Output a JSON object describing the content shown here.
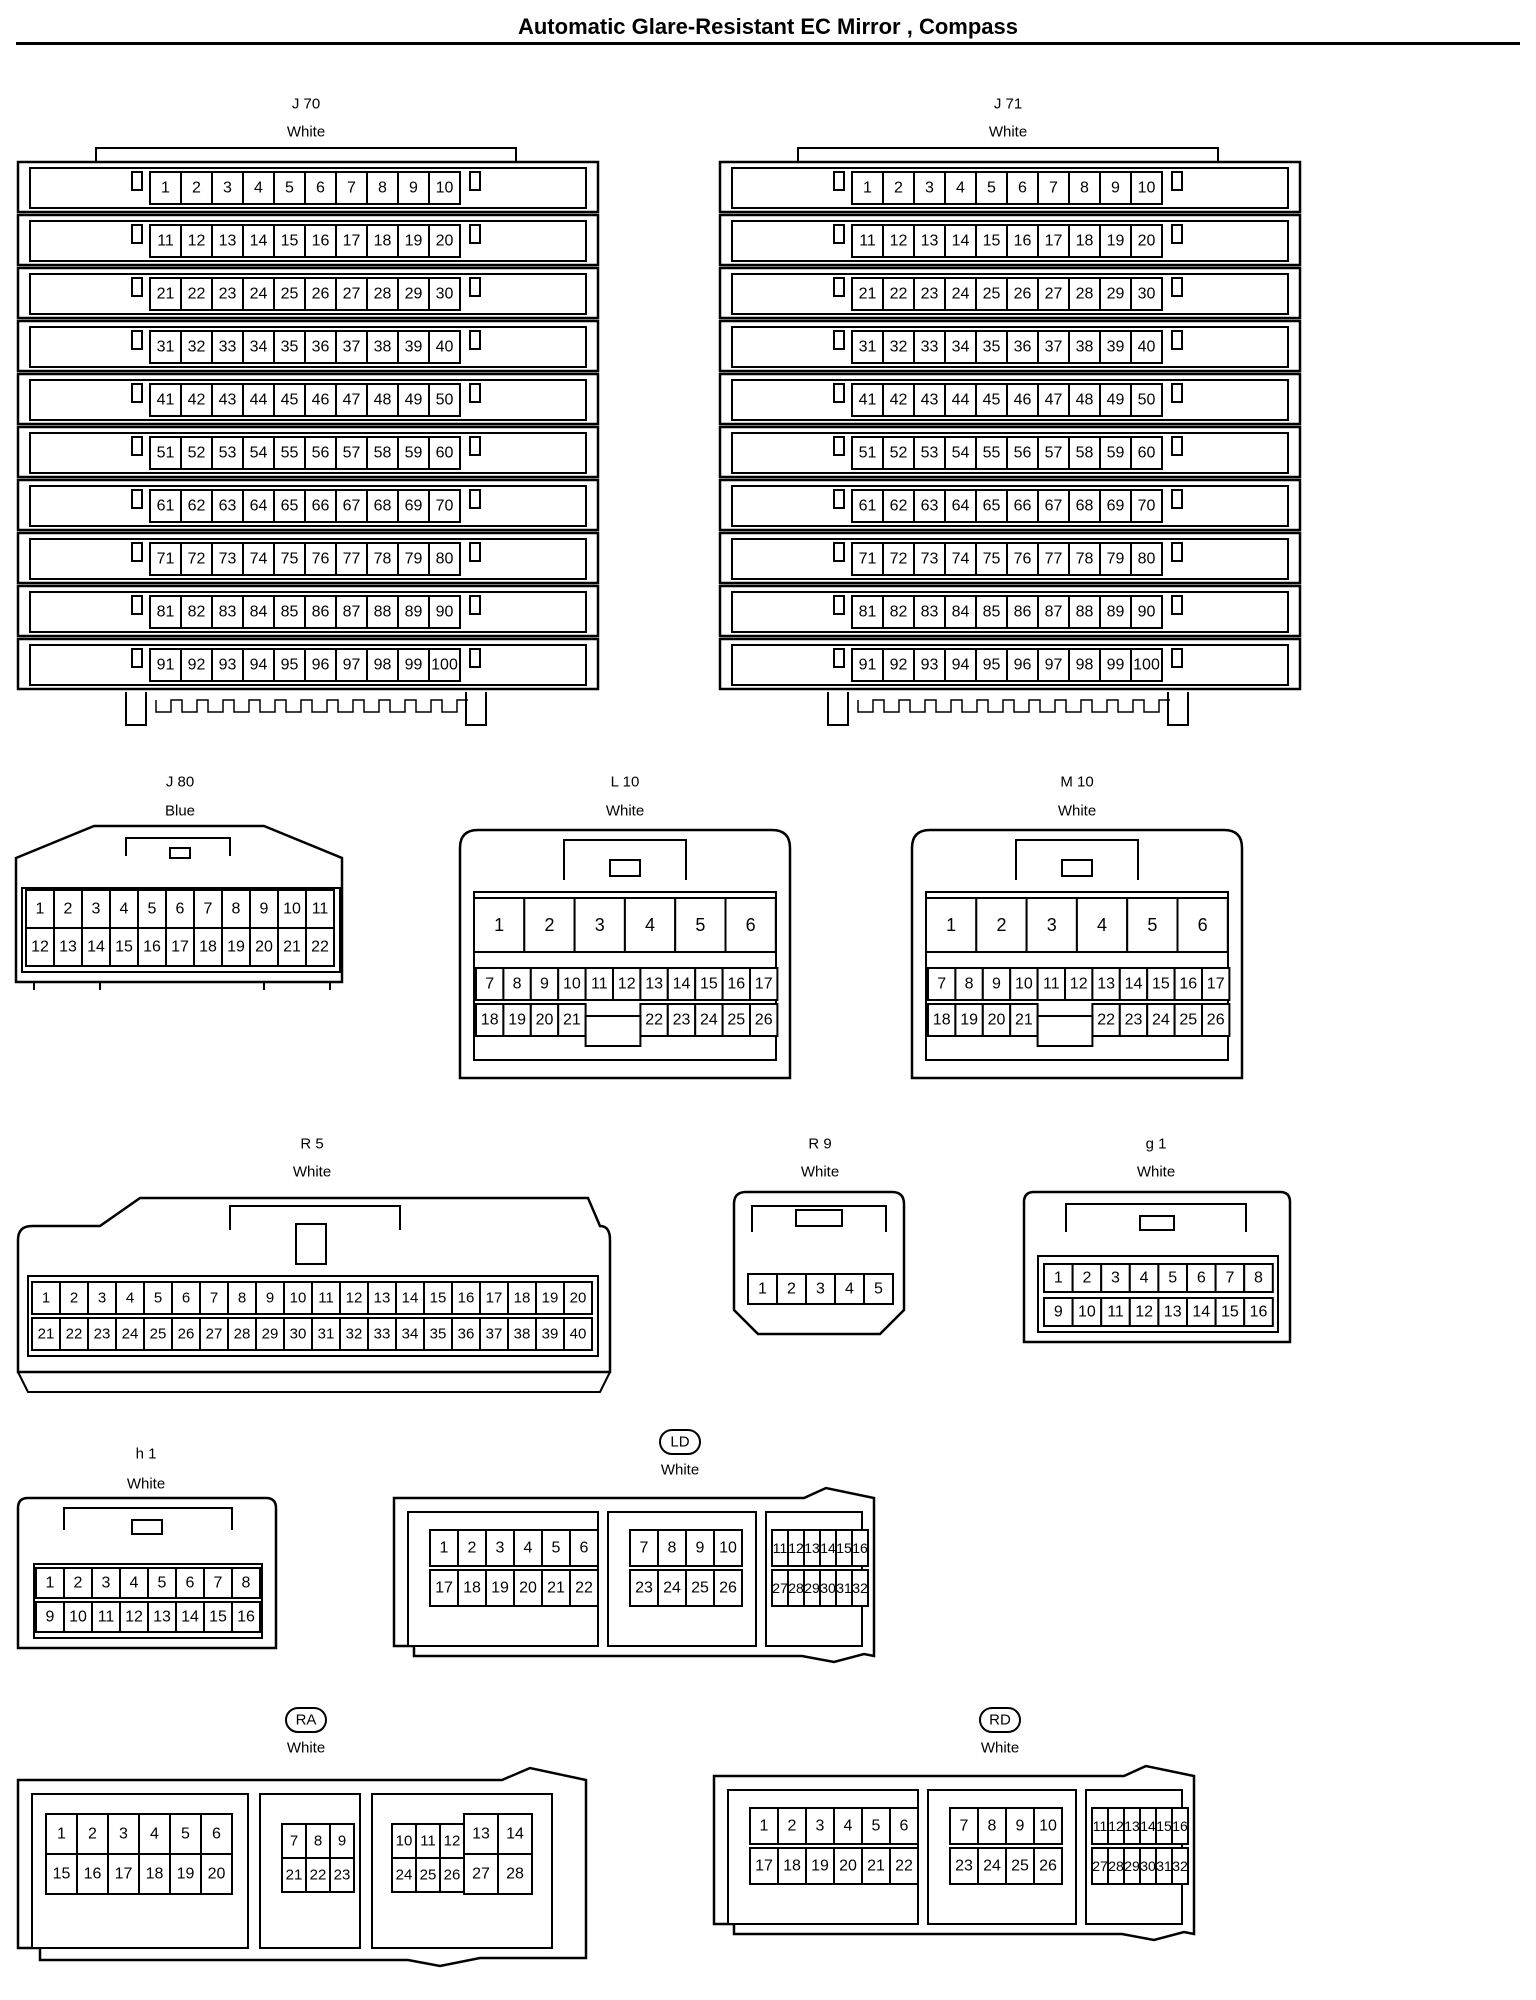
{
  "page_title": "Automatic Glare-Resistant EC Mirror , Compass",
  "connectors": {
    "j70": {
      "code": "J 70",
      "color": "White"
    },
    "j71": {
      "code": "J 71",
      "color": "White"
    },
    "j80": {
      "code": "J 80",
      "color": "Blue"
    },
    "l10": {
      "code": "L 10",
      "color": "White"
    },
    "m10": {
      "code": "M 10",
      "color": "White"
    },
    "r5": {
      "code": "R 5",
      "color": "White"
    },
    "r9": {
      "code": "R 9",
      "color": "White"
    },
    "g1": {
      "code": "g 1",
      "color": "White"
    },
    "h1": {
      "code": "h 1",
      "color": "White"
    },
    "ld": {
      "code": "LD",
      "color": "White"
    },
    "ra": {
      "code": "RA",
      "color": "White"
    },
    "rd": {
      "code": "RD",
      "color": "White"
    }
  }
}
